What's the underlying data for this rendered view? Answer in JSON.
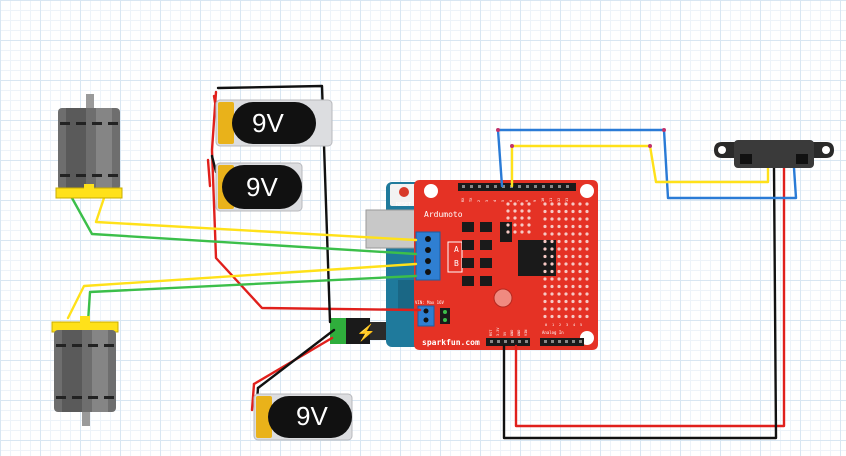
{
  "shield": {
    "name": "Ardumoto",
    "brand": "sparkfun.com",
    "reset_label": "RESET",
    "vin_label": "VIN: Max 16V",
    "analog_label": "Analog In",
    "terminal_a": "A",
    "terminal_b": "B",
    "pin_labels": [
      "RX",
      "TX",
      "2",
      "3",
      "4",
      "5",
      "6",
      "7",
      "8",
      "9",
      "10",
      "11",
      "12",
      "13"
    ],
    "power_pins": [
      "RST",
      "3.3V",
      "5V",
      "GND",
      "GND",
      "VIN"
    ],
    "analog_pins": [
      "0",
      "1",
      "2",
      "3",
      "4",
      "5"
    ]
  },
  "batteries": [
    {
      "label": "9V"
    },
    {
      "label": "9V"
    },
    {
      "label": "9V"
    }
  ],
  "power_symbol": "⚡",
  "colors": {
    "board_red": "#e53225",
    "arduino_blue": "#1f7a9c",
    "wire_red": "#e0201c",
    "wire_black": "#111111",
    "wire_yellow": "#ffe11a",
    "wire_green": "#3cbf4a",
    "wire_blue": "#2a7bd6",
    "motor_yellow": "#ffe11a",
    "battery_gold": "#e9b21a"
  }
}
